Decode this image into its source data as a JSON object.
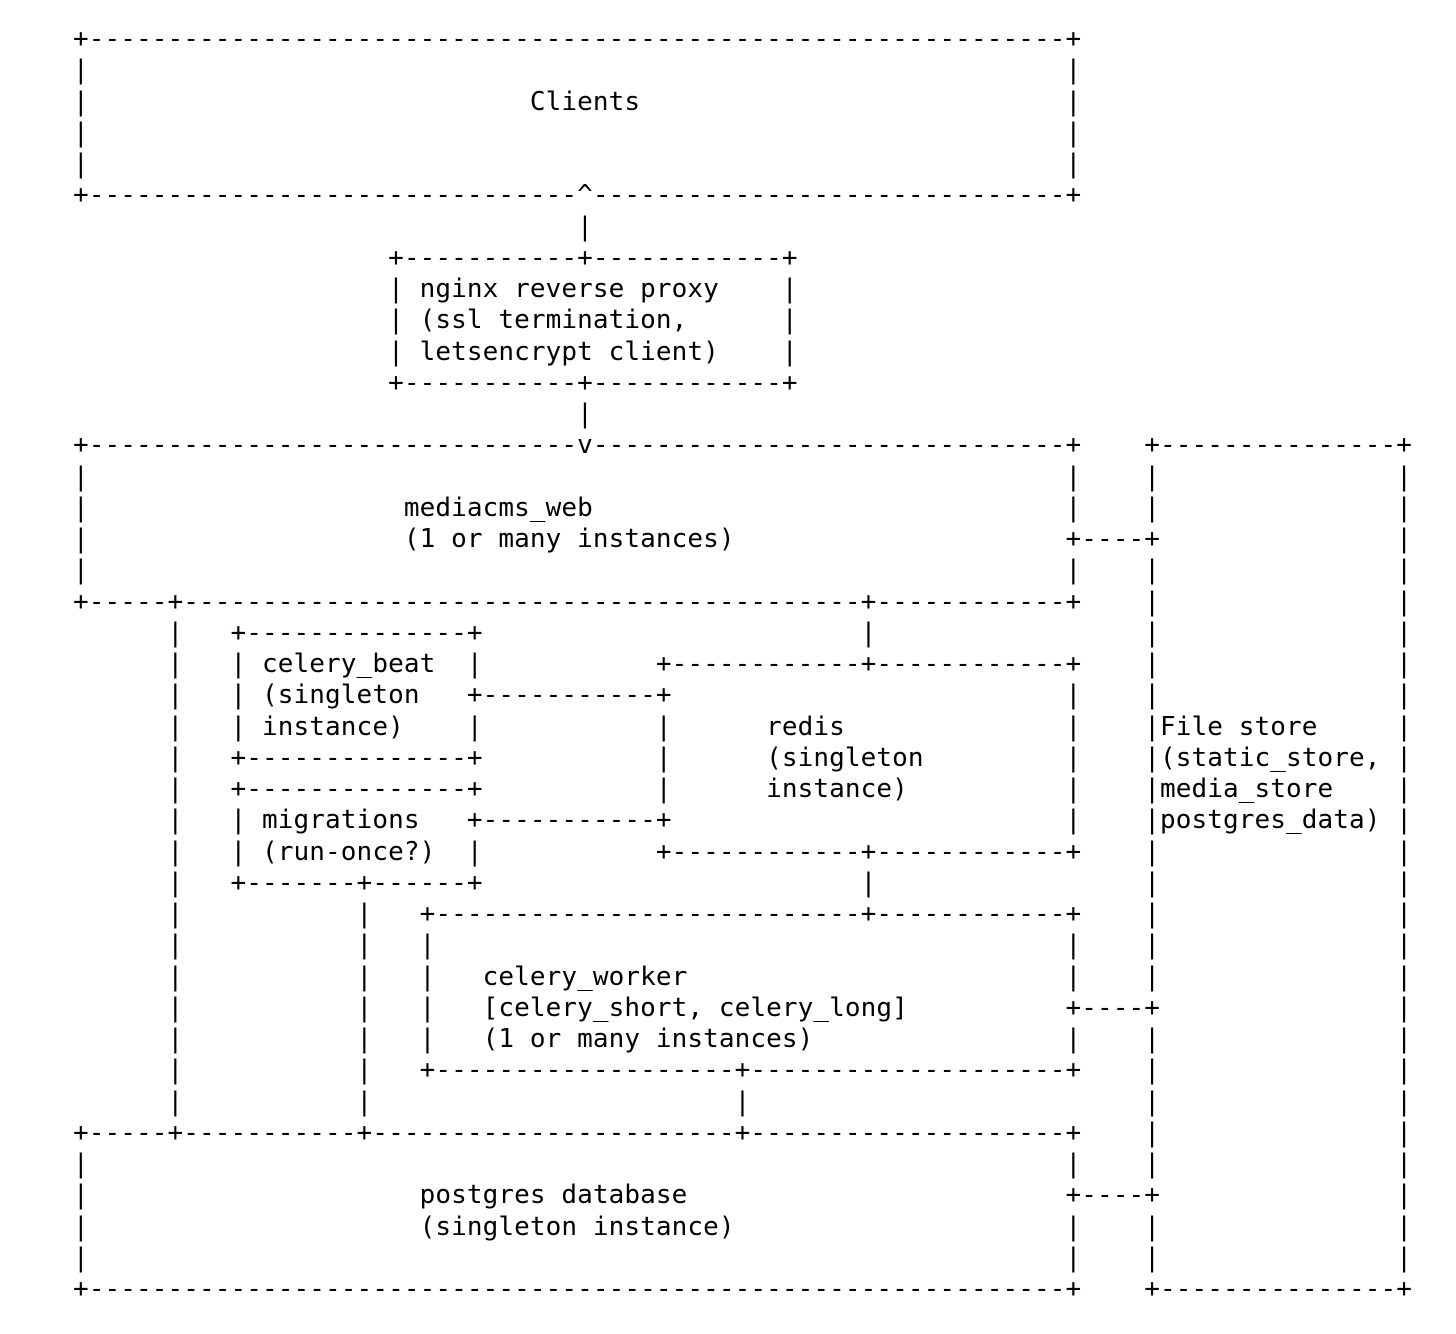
{
  "colors": {
    "background": "#ffffff",
    "text": "#000000"
  },
  "components": [
    "Clients",
    "nginx reverse proxy (ssl termination, letsencrypt client)",
    "mediacms_web (1 or many instances)",
    "celery_beat (singleton instance)",
    "migrations (run-once?)",
    "redis (singleton instance)",
    "celery_worker [celery_short, celery_long] (1 or many instances)",
    "postgres database (singleton instance)",
    "File store (static_store, media_store postgres_data)"
  ],
  "diagram": {
    "cols": 85,
    "rows": [
      [
        [
          0,
          "+"
        ],
        [
          1,
          "-",
          62
        ],
        [
          63,
          "+"
        ]
      ],
      [
        [
          0,
          "|"
        ],
        [
          63,
          "|"
        ]
      ],
      [
        [
          0,
          "|"
        ],
        [
          29,
          "Clients"
        ],
        [
          63,
          "|"
        ]
      ],
      [
        [
          0,
          "|"
        ],
        [
          63,
          "|"
        ]
      ],
      [
        [
          0,
          "|"
        ],
        [
          63,
          "|"
        ]
      ],
      [
        [
          0,
          "+"
        ],
        [
          1,
          "-",
          31
        ],
        [
          32,
          "^"
        ],
        [
          33,
          "-",
          30
        ],
        [
          63,
          "+"
        ]
      ],
      [
        [
          32,
          "|"
        ]
      ],
      [
        [
          20,
          "+"
        ],
        [
          21,
          "-",
          11
        ],
        [
          32,
          "+"
        ],
        [
          33,
          "-",
          12
        ],
        [
          45,
          "+"
        ]
      ],
      [
        [
          20,
          "|"
        ],
        [
          22,
          "nginx reverse proxy"
        ],
        [
          45,
          "|"
        ]
      ],
      [
        [
          20,
          "|"
        ],
        [
          22,
          "(ssl termination,"
        ],
        [
          45,
          "|"
        ]
      ],
      [
        [
          20,
          "|"
        ],
        [
          22,
          "letsencrypt client)"
        ],
        [
          45,
          "|"
        ]
      ],
      [
        [
          20,
          "+"
        ],
        [
          21,
          "-",
          11
        ],
        [
          32,
          "+"
        ],
        [
          33,
          "-",
          12
        ],
        [
          45,
          "+"
        ]
      ],
      [
        [
          32,
          "|"
        ]
      ],
      [
        [
          0,
          "+"
        ],
        [
          1,
          "-",
          31
        ],
        [
          32,
          "v"
        ],
        [
          33,
          "-",
          30
        ],
        [
          63,
          "+"
        ],
        [
          68,
          "+"
        ],
        [
          69,
          "-",
          15
        ],
        [
          84,
          "+"
        ]
      ],
      [
        [
          0,
          "|"
        ],
        [
          63,
          "|"
        ],
        [
          68,
          "|"
        ],
        [
          84,
          "|"
        ]
      ],
      [
        [
          0,
          "|"
        ],
        [
          21,
          "mediacms_web"
        ],
        [
          63,
          "|"
        ],
        [
          68,
          "|"
        ],
        [
          84,
          "|"
        ]
      ],
      [
        [
          0,
          "|"
        ],
        [
          21,
          "(1 or many instances)"
        ],
        [
          63,
          "+"
        ],
        [
          64,
          "-",
          4
        ],
        [
          68,
          "+"
        ],
        [
          84,
          "|"
        ]
      ],
      [
        [
          0,
          "|"
        ],
        [
          63,
          "|"
        ],
        [
          68,
          "|"
        ],
        [
          84,
          "|"
        ]
      ],
      [
        [
          0,
          "+"
        ],
        [
          1,
          "-",
          5
        ],
        [
          6,
          "+"
        ],
        [
          7,
          "-",
          43
        ],
        [
          50,
          "+"
        ],
        [
          51,
          "-",
          12
        ],
        [
          63,
          "+"
        ],
        [
          68,
          "|"
        ],
        [
          84,
          "|"
        ]
      ],
      [
        [
          6,
          "|"
        ],
        [
          10,
          "+"
        ],
        [
          11,
          "-",
          14
        ],
        [
          25,
          "+"
        ],
        [
          50,
          "|"
        ],
        [
          68,
          "|"
        ],
        [
          84,
          "|"
        ]
      ],
      [
        [
          6,
          "|"
        ],
        [
          10,
          "|"
        ],
        [
          12,
          "celery_beat"
        ],
        [
          25,
          "|"
        ],
        [
          37,
          "+"
        ],
        [
          38,
          "-",
          12
        ],
        [
          50,
          "+"
        ],
        [
          51,
          "-",
          12
        ],
        [
          63,
          "+"
        ],
        [
          68,
          "|"
        ],
        [
          84,
          "|"
        ]
      ],
      [
        [
          6,
          "|"
        ],
        [
          10,
          "|"
        ],
        [
          12,
          "(singleton"
        ],
        [
          25,
          "+"
        ],
        [
          26,
          "-",
          11
        ],
        [
          37,
          "+"
        ],
        [
          63,
          "|"
        ],
        [
          68,
          "|"
        ],
        [
          84,
          "|"
        ]
      ],
      [
        [
          6,
          "|"
        ],
        [
          10,
          "|"
        ],
        [
          12,
          "instance)"
        ],
        [
          25,
          "|"
        ],
        [
          37,
          "|"
        ],
        [
          44,
          "redis"
        ],
        [
          63,
          "|"
        ],
        [
          68,
          "|"
        ],
        [
          69,
          "File store"
        ],
        [
          84,
          "|"
        ]
      ],
      [
        [
          6,
          "|"
        ],
        [
          10,
          "+"
        ],
        [
          11,
          "-",
          14
        ],
        [
          25,
          "+"
        ],
        [
          37,
          "|"
        ],
        [
          44,
          "(singleton"
        ],
        [
          63,
          "|"
        ],
        [
          68,
          "|"
        ],
        [
          69,
          "(static_store,"
        ],
        [
          84,
          "|"
        ]
      ],
      [
        [
          6,
          "|"
        ],
        [
          10,
          "+"
        ],
        [
          11,
          "-",
          14
        ],
        [
          25,
          "+"
        ],
        [
          37,
          "|"
        ],
        [
          44,
          "instance)"
        ],
        [
          63,
          "|"
        ],
        [
          68,
          "|"
        ],
        [
          69,
          "media_store"
        ],
        [
          84,
          "|"
        ]
      ],
      [
        [
          6,
          "|"
        ],
        [
          10,
          "|"
        ],
        [
          12,
          "migrations"
        ],
        [
          25,
          "+"
        ],
        [
          26,
          "-",
          11
        ],
        [
          37,
          "+"
        ],
        [
          63,
          "|"
        ],
        [
          68,
          "|"
        ],
        [
          69,
          "postgres_data)"
        ],
        [
          84,
          "|"
        ]
      ],
      [
        [
          6,
          "|"
        ],
        [
          10,
          "|"
        ],
        [
          12,
          "(run-once?)"
        ],
        [
          25,
          "|"
        ],
        [
          37,
          "+"
        ],
        [
          38,
          "-",
          12
        ],
        [
          50,
          "+"
        ],
        [
          51,
          "-",
          12
        ],
        [
          63,
          "+"
        ],
        [
          68,
          "|"
        ],
        [
          84,
          "|"
        ]
      ],
      [
        [
          6,
          "|"
        ],
        [
          10,
          "+"
        ],
        [
          11,
          "-",
          7
        ],
        [
          18,
          "+"
        ],
        [
          19,
          "-",
          6
        ],
        [
          25,
          "+"
        ],
        [
          50,
          "|"
        ],
        [
          68,
          "|"
        ],
        [
          84,
          "|"
        ]
      ],
      [
        [
          6,
          "|"
        ],
        [
          18,
          "|"
        ],
        [
          22,
          "+"
        ],
        [
          23,
          "-",
          27
        ],
        [
          50,
          "+"
        ],
        [
          51,
          "-",
          12
        ],
        [
          63,
          "+"
        ],
        [
          68,
          "|"
        ],
        [
          84,
          "|"
        ]
      ],
      [
        [
          6,
          "|"
        ],
        [
          18,
          "|"
        ],
        [
          22,
          "|"
        ],
        [
          63,
          "|"
        ],
        [
          68,
          "|"
        ],
        [
          84,
          "|"
        ]
      ],
      [
        [
          6,
          "|"
        ],
        [
          18,
          "|"
        ],
        [
          22,
          "|"
        ],
        [
          26,
          "celery_worker"
        ],
        [
          63,
          "|"
        ],
        [
          68,
          "|"
        ],
        [
          84,
          "|"
        ]
      ],
      [
        [
          6,
          "|"
        ],
        [
          18,
          "|"
        ],
        [
          22,
          "|"
        ],
        [
          26,
          "[celery_short, celery_long]"
        ],
        [
          63,
          "+"
        ],
        [
          64,
          "-",
          4
        ],
        [
          68,
          "+"
        ],
        [
          84,
          "|"
        ]
      ],
      [
        [
          6,
          "|"
        ],
        [
          18,
          "|"
        ],
        [
          22,
          "|"
        ],
        [
          26,
          "(1 or many instances)"
        ],
        [
          63,
          "|"
        ],
        [
          68,
          "|"
        ],
        [
          84,
          "|"
        ]
      ],
      [
        [
          6,
          "|"
        ],
        [
          18,
          "|"
        ],
        [
          22,
          "+"
        ],
        [
          23,
          "-",
          19
        ],
        [
          42,
          "+"
        ],
        [
          43,
          "-",
          20
        ],
        [
          63,
          "+"
        ],
        [
          68,
          "|"
        ],
        [
          84,
          "|"
        ]
      ],
      [
        [
          6,
          "|"
        ],
        [
          18,
          "|"
        ],
        [
          42,
          "|"
        ],
        [
          68,
          "|"
        ],
        [
          84,
          "|"
        ]
      ],
      [
        [
          0,
          "+"
        ],
        [
          1,
          "-",
          5
        ],
        [
          6,
          "+"
        ],
        [
          7,
          "-",
          11
        ],
        [
          18,
          "+"
        ],
        [
          19,
          "-",
          23
        ],
        [
          42,
          "+"
        ],
        [
          43,
          "-",
          20
        ],
        [
          63,
          "+"
        ],
        [
          68,
          "|"
        ],
        [
          84,
          "|"
        ]
      ],
      [
        [
          0,
          "|"
        ],
        [
          63,
          "|"
        ],
        [
          68,
          "|"
        ],
        [
          84,
          "|"
        ]
      ],
      [
        [
          0,
          "|"
        ],
        [
          22,
          "postgres database"
        ],
        [
          63,
          "+"
        ],
        [
          64,
          "-",
          4
        ],
        [
          68,
          "+"
        ],
        [
          84,
          "|"
        ]
      ],
      [
        [
          0,
          "|"
        ],
        [
          22,
          "(singleton instance)"
        ],
        [
          63,
          "|"
        ],
        [
          68,
          "|"
        ],
        [
          84,
          "|"
        ]
      ],
      [
        [
          0,
          "|"
        ],
        [
          63,
          "|"
        ],
        [
          68,
          "|"
        ],
        [
          84,
          "|"
        ]
      ],
      [
        [
          0,
          "+"
        ],
        [
          1,
          "-",
          62
        ],
        [
          63,
          "+"
        ],
        [
          68,
          "+"
        ],
        [
          69,
          "-",
          15
        ],
        [
          84,
          "+"
        ]
      ]
    ]
  }
}
